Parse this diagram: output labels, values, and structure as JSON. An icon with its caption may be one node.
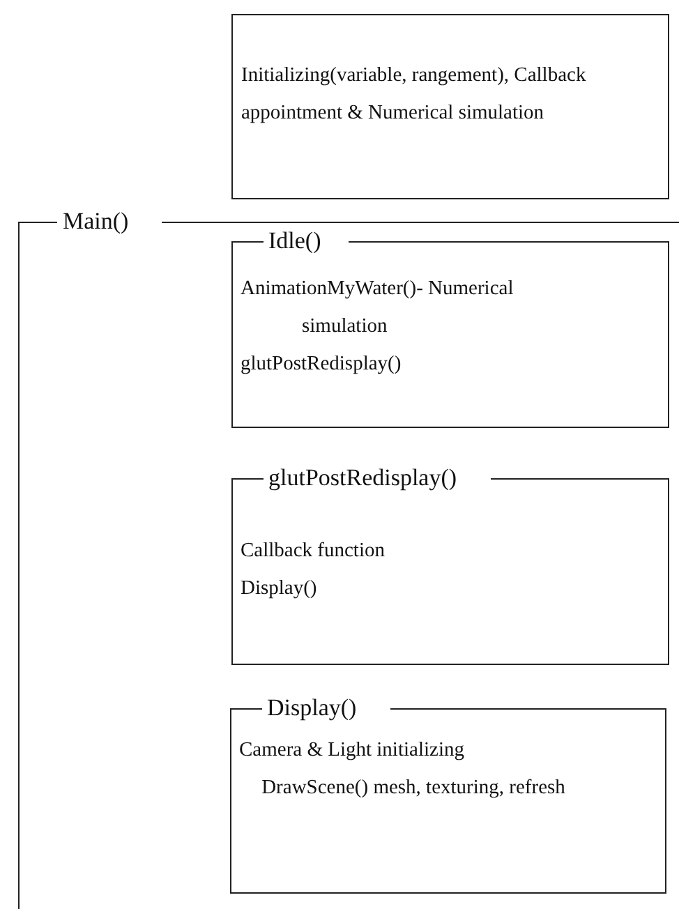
{
  "diagram": {
    "nodes": [
      {
        "text": [
          "Initializing(variable, rangement), Callback appointment & Numerical simulation"
        ]
      },
      {
        "text": [
          "Main()"
        ]
      },
      {
        "text": [
          "Idle()",
          "AnimationMyWater()- Numerical simulation",
          "glutPostRedisplay()"
        ],
        "in": 1
      },
      {
        "text": [
          "glutPostRedisplay()",
          "Callback function",
          "Display()"
        ],
        "in": 1
      },
      {
        "text": [
          "Display()",
          "Camera & Light initializing",
          "DrawScene() mesh, texturing, refresh"
        ],
        "in": 1
      }
    ]
  }
}
